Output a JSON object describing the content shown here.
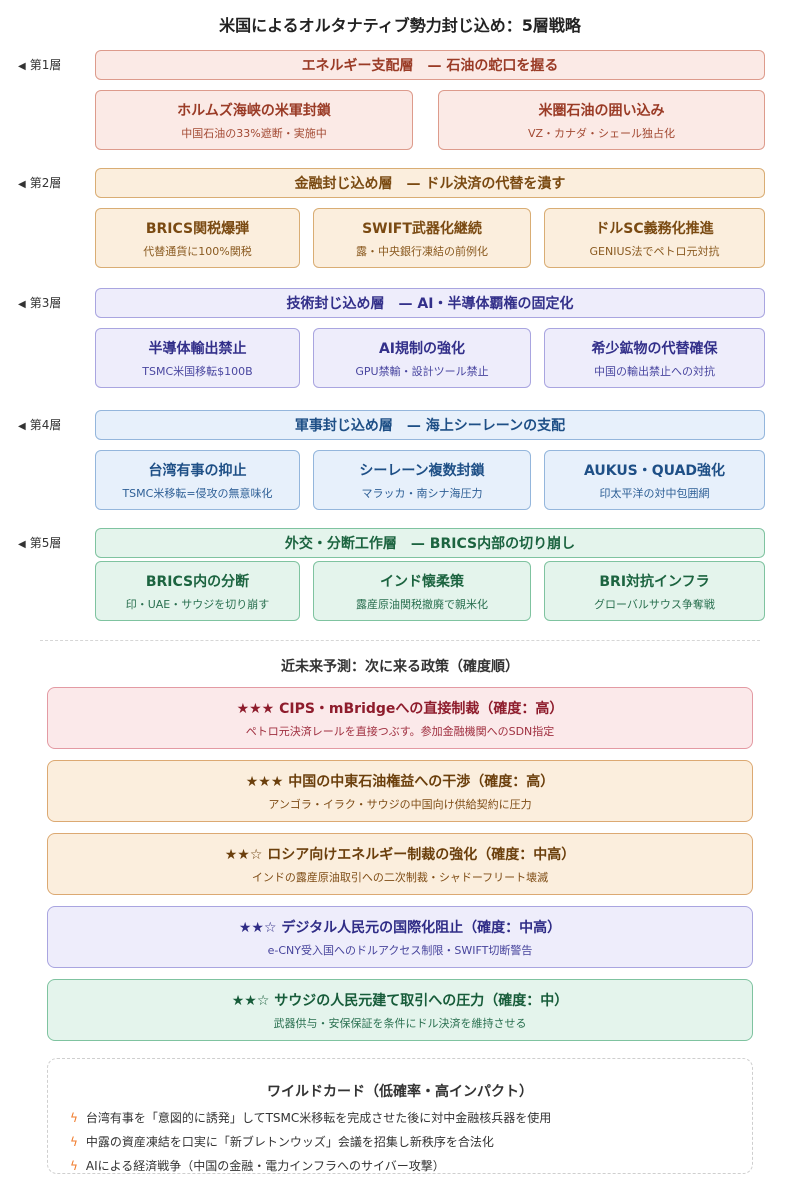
{
  "title": "米国によるオルタナティブ勢力封じ込め：5層戦略",
  "layers": [
    {
      "label": "第1層",
      "header": "エネルギー支配層　— 石油の蛇口を握る",
      "cards": [
        {
          "title": "ホルムズ海峡の米軍封鎖",
          "sub": "中国石油の33%遮断・実施中"
        },
        {
          "title": "米圏石油の囲い込み",
          "sub": "VZ・カナダ・シェール独占化"
        }
      ]
    },
    {
      "label": "第2層",
      "header": "金融封じ込め層　— ドル決済の代替を潰す",
      "cards": [
        {
          "title": "BRICS関税爆弾",
          "sub": "代替通貨に100%関税"
        },
        {
          "title": "SWIFT武器化継続",
          "sub": "露・中央銀行凍結の前例化"
        },
        {
          "title": "ドルSC義務化推進",
          "sub": "GENIUS法でペトロ元対抗"
        }
      ]
    },
    {
      "label": "第3層",
      "header": "技術封じ込め層　— AI・半導体覇権の固定化",
      "cards": [
        {
          "title": "半導体輸出禁止",
          "sub": "TSMC米国移転$100B"
        },
        {
          "title": "AI規制の強化",
          "sub": "GPU禁輸・設計ツール禁止"
        },
        {
          "title": "希少鉱物の代替確保",
          "sub": "中国の輸出禁止への対抗"
        }
      ]
    },
    {
      "label": "第4層",
      "header": "軍事封じ込め層　— 海上シーレーンの支配",
      "cards": [
        {
          "title": "台湾有事の抑止",
          "sub": "TSMC米移転=侵攻の無意味化"
        },
        {
          "title": "シーレーン複数封鎖",
          "sub": "マラッカ・南シナ海圧力"
        },
        {
          "title": "AUKUS・QUAD強化",
          "sub": "印太平洋の対中包囲網"
        }
      ]
    },
    {
      "label": "第5層",
      "header": "外交・分断工作層　— BRICS内部の切り崩し",
      "cards": [
        {
          "title": "BRICS内の分断",
          "sub": "印・UAE・サウジを切り崩す"
        },
        {
          "title": "インド懐柔策",
          "sub": "露産原油関税撤廃で親米化"
        },
        {
          "title": "BRI対抗インフラ",
          "sub": "グローバルサウス争奪戦"
        }
      ]
    }
  ],
  "forecast": {
    "title": "近未来予測：次に来る政策（確度順）",
    "items": [
      {
        "title": "★★★ CIPS・mBridgeへの直接制裁（確度：高）",
        "sub": "ペトロ元決済レールを直接つぶす。参加金融機関へのSDN指定"
      },
      {
        "title": "★★★ 中国の中東石油権益への干渉（確度：高）",
        "sub": "アンゴラ・イラク・サウジの中国向け供給契約に圧力"
      },
      {
        "title": "★★☆ ロシア向けエネルギー制裁の強化（確度：中高）",
        "sub": "インドの露産原油取引への二次制裁・シャドーフリート壊滅"
      },
      {
        "title": "★★☆ デジタル人民元の国際化阻止（確度：中高）",
        "sub": "e-CNY受入国へのドルアクセス制限・SWIFT切断警告"
      },
      {
        "title": "★★☆ サウジの人民元建て取引への圧力（確度：中）",
        "sub": "武器供与・安保保証を条件にドル決済を維持させる"
      }
    ]
  },
  "wildcard": {
    "title": "ワイルドカード（低確率・高インパクト）",
    "icon": "lightning-icon",
    "items": [
      "台湾有事を「意図的に誘発」してTSMC米移転を完成させた後に対中金融核兵器を使用",
      "中露の資産凍結を口実に「新ブレトンウッズ」会議を招集し新秩序を合法化",
      "AIによる経済戦争（中国の金融・電力インフラへのサイバー攻撃）"
    ]
  }
}
